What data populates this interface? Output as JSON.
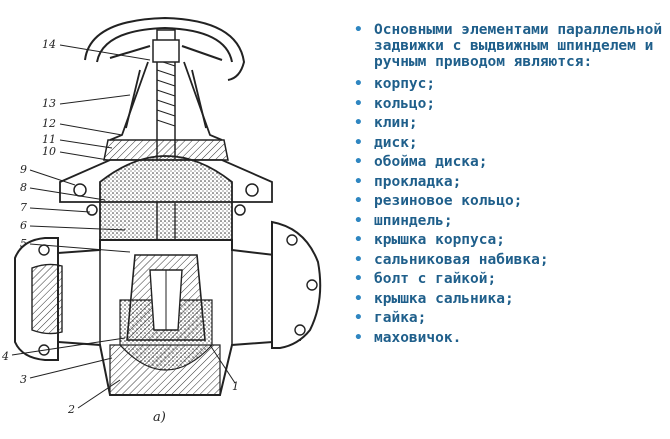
{
  "figure": {
    "callouts": [
      "14",
      "13",
      "12",
      "11",
      "10",
      "9",
      "8",
      "7",
      "6",
      "5",
      "4",
      "3",
      "2",
      "1"
    ],
    "caption": "а)"
  },
  "legend": {
    "heading": "Основными элементами параллельной задвижки с выдвижным шпинделем и ручным приводом являются:",
    "items": [
      "корпус;",
      "кольцо;",
      "клин;",
      "диск;",
      "обойма диска;",
      "прокладка;",
      "резиновое кольцо;",
      "шпиндель;",
      "крышка корпуса;",
      "сальниковая набивка;",
      "болт с гайкой;",
      "крышка сальника;",
      "гайка;",
      "маховичок."
    ],
    "bullet": "•"
  }
}
